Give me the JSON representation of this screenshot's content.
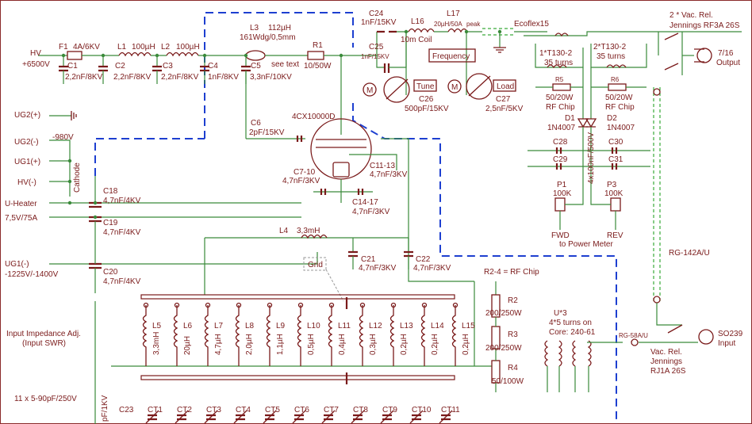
{
  "labels": {
    "hv": "HV",
    "hv_voltage": "+6500V",
    "f1": "F1",
    "f1_value": "4A/6KV",
    "l1": "L1",
    "l1_value": "100µH",
    "l2": "L2",
    "l2_value": "100µH",
    "l3": "L3",
    "l3_value": "112µH",
    "l3_wire": "161Wdg/0,5mm",
    "l3_note": "see text",
    "r1": "R1",
    "r1_value": "10/50W",
    "c1": "C1",
    "c1_value": "2,2nF/8KV",
    "c2": "C2",
    "c2_value": "2,2nF/8KV",
    "c3": "C3",
    "c3_value": "2,2nF/8KV",
    "c4": "C4",
    "c4_value": "1nF/8KV",
    "c5": "C5",
    "c5_value": "3,3nF/10KV",
    "c24": "C24",
    "c24_value": "1nF/15KV",
    "c25": "C25",
    "c25_value": "1nF/15KV",
    "l16": "L16",
    "l16_value": "10m Coil",
    "l17": "L17",
    "l17_value": "20µH/50A",
    "peak": "peak",
    "ecoflex": "Ecoflex15",
    "frequency": "Frequency",
    "tune": "Tune",
    "load": "Load",
    "c26": "C26",
    "c26_value": "500pF/15KV",
    "c27": "C27",
    "c27_value": "2,5nF/5KV",
    "motor": "M",
    "relay_title": "2 * Vac. Rel.",
    "relay_model": "Jennings RF3A 26S",
    "output_connector": "7/16",
    "output_label": "Output",
    "t1_name": "1*T130-2",
    "t1_turns": "35 turns",
    "t2_name": "2*T130-2",
    "t2_turns": "35 turns",
    "r5": "R5",
    "r5_value": "50/20W",
    "r5_type": "RF Chip",
    "r6": "R6",
    "r6_value": "50/20W",
    "r6_type": "RF Chip",
    "d1": "D1",
    "d1_value": "1N4007",
    "d2": "D2",
    "d2_value": "1N4007",
    "c28": "C28",
    "c29": "C29",
    "c30": "C30",
    "c31": "C31",
    "cap_bank": "4x100nF/500V",
    "p1": "P1",
    "p1_value": "100K",
    "p3": "P3",
    "p3_value": "100K",
    "fwd": "FWD",
    "rev": "REV",
    "power_meter": "to Power Meter",
    "rg142": "RG-142A/U",
    "ug2_plus": "UG2(+)",
    "ug2_minus": "UG2(-)",
    "ug2_voltage": "-980V",
    "ug1_plus": "UG1(+)",
    "hv_minus": "HV(-)",
    "cathode": "Cathode",
    "u_heater": "U-Heater",
    "heater_voltage": "7,5V/75A",
    "ug1_minus": "UG1(-)",
    "ug1_voltage": "-1225V/-1400V",
    "c6": "C6",
    "c6_value": "2pF/15KV",
    "tube": "4CX10000D",
    "c7_10": "C7-10",
    "c7_10_value": "4,7nF/3KV",
    "c11_13": "C11-13",
    "c11_13_value": "4,7nF/3KV",
    "c14_17": "C14-17",
    "c14_17_value": "4,7nF/3KV",
    "c18": "C18",
    "c18_value": "4,7nF/4KV",
    "c19": "C19",
    "c19_value": "4,7nF/4KV",
    "c20": "C20",
    "c20_value": "4,7nF/4KV",
    "l4": "L4",
    "l4_value": "3,3mH",
    "c21": "C21",
    "c21_value": "4,7nF/3KV",
    "c22": "C22",
    "c22_value": "4,7nF/3KV",
    "grid": "Grid",
    "r2_4_note": "R2-4 = RF Chip",
    "r2": "R2",
    "r2_value": "200/250W",
    "r3": "R3",
    "r3_value": "200/250W",
    "r4": "R4",
    "r4_value": "50/100W",
    "u3": "U*3",
    "u3_turns": "4*5 turns on",
    "u3_core": "Core: 240-61",
    "rg58": "RG-58A/U",
    "input_relay_title": "Vac. Rel.",
    "input_relay_maker": "Jennings",
    "input_relay_model": "RJ1A 26S",
    "input_connector": "SO239",
    "input_label": "Input",
    "impedance_title": "Input Impedance Adj.",
    "impedance_sub": "(Input SWR)",
    "trimmer_note": "11 x 5-90pF/250V",
    "c23_partial": "pF/1KV",
    "c23": "C23"
  },
  "input_coils": [
    {
      "name": "L5",
      "value": "3,3mH"
    },
    {
      "name": "L6",
      "value": "20µH"
    },
    {
      "name": "L7",
      "value": "4,7µH"
    },
    {
      "name": "L8",
      "value": "2,0µH"
    },
    {
      "name": "L9",
      "value": "1,1µH"
    },
    {
      "name": "L10",
      "value": "0,5µH"
    },
    {
      "name": "L11",
      "value": "0,4µH"
    },
    {
      "name": "L12",
      "value": "0,3µH"
    },
    {
      "name": "L13",
      "value": "0,2µH"
    },
    {
      "name": "L14",
      "value": "0,2µH"
    },
    {
      "name": "L15",
      "value": "0,2µH"
    }
  ],
  "trimmers": [
    "CT1",
    "CT2",
    "CT3",
    "CT4",
    "CT5",
    "CT6",
    "CT7",
    "CT8",
    "CT9",
    "CT10",
    "CT11"
  ],
  "colors": {
    "wire": "#3a8a3a",
    "component": "#7a1a1a",
    "shield": "#1d3fd0",
    "coax": "#3aaa3a"
  }
}
